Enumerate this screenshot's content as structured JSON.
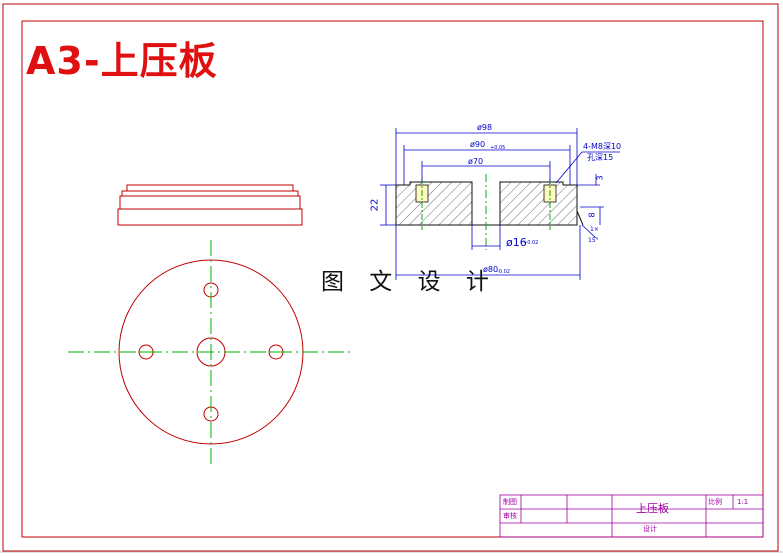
{
  "title": "A3-上压板",
  "watermark": "图 文 设 计",
  "dimensions": {
    "d98": "ø98",
    "d90": "ø90",
    "d90_tol": "+0.05",
    "d70": "ø70",
    "d16": "ø16",
    "d16_tol": "+0.02",
    "d_bottom": "ø80",
    "d_bottom_tol": "-0.02",
    "holes_note_1": "4-M8深10",
    "holes_note_2": "孔深15",
    "h22": "22",
    "h3": "3",
    "h8": "8",
    "chamfer": "1×",
    "angle": "15°"
  },
  "title_block": {
    "label_1": "制图",
    "label_2": "审核",
    "part_name": "上压板",
    "scale_label": "比例",
    "scale_value": "1:1",
    "sub_label": "设计"
  },
  "colors": {
    "border": "#c00000",
    "outline": "#c00000",
    "centerline": "#00b000",
    "dimension": "#0000cc",
    "hatch": "#333333",
    "titleblock": "#a000a0"
  }
}
